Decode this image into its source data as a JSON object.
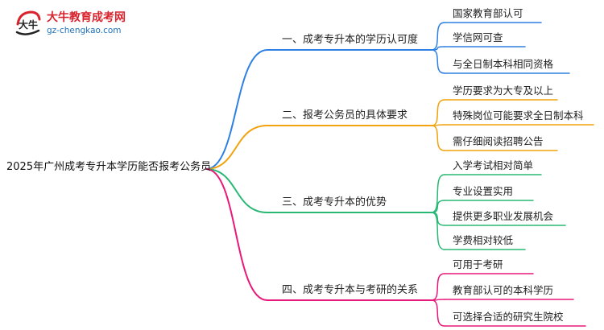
{
  "brand": {
    "logo_text": "大牛教育成考网",
    "logo_url": "gz-chengkao.com",
    "mark_glyph": "大牛"
  },
  "mindmap": {
    "root": "2025年广州成考专升本学历能否报考公务员",
    "branches": [
      {
        "label": "一、成考专升本的学历认可度",
        "color": "#2f80e4",
        "children": [
          "国家教育部认可",
          "学信网可查",
          "与全日制本科相同资格"
        ]
      },
      {
        "label": "二、报考公务员的具体要求",
        "color": "#f2a20c",
        "children": [
          "学历要求为大专及以上",
          "特殊岗位可能要求全日制本科",
          "需仔细阅读招聘公告"
        ]
      },
      {
        "label": "三、成考专升本的优势",
        "color": "#29b874",
        "children": [
          "入学考试相对简单",
          "专业设置实用",
          "提供更多职业发展机会",
          "学费相对较低"
        ]
      },
      {
        "label": "四、成考专升本与考研的关系",
        "color": "#e8197a",
        "children": [
          "可用于考研",
          "教育部认可的本科学历",
          "可选择合适的研究生院校"
        ]
      }
    ]
  }
}
